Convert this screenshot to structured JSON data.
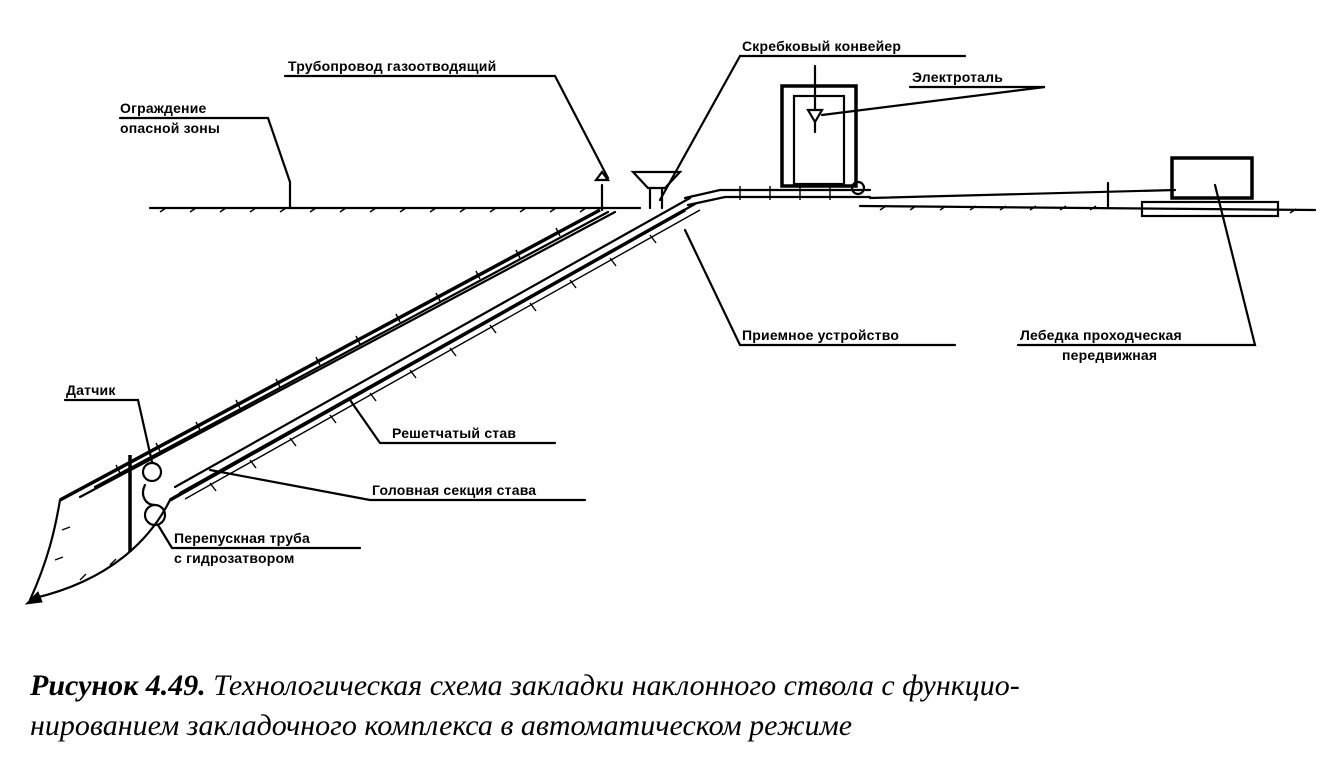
{
  "labels": {
    "fence": [
      "Ограждение",
      "опасной зоны"
    ],
    "gas_pipe": "Трубопровод газоотводящий",
    "scraper_conveyor": "Скребковый конвейер",
    "electric_hoist": "Электроталь",
    "receiving_device": "Приемное устройство",
    "winch": [
      "Лебедка проходческая",
      "передвижная"
    ],
    "sensor": "Датчик",
    "grate_line": "Решетчатый став",
    "head_section": "Головная секция става",
    "bypass_pipe": [
      "Перепускная труба",
      "с гидрозатвором"
    ]
  },
  "caption": {
    "number": "Рисунок 4.49.",
    "line1": "Технологическая схема закладки наклонного ствола с функцио-",
    "line2": "нированием закладочного комплекса в автоматическом режиме"
  }
}
